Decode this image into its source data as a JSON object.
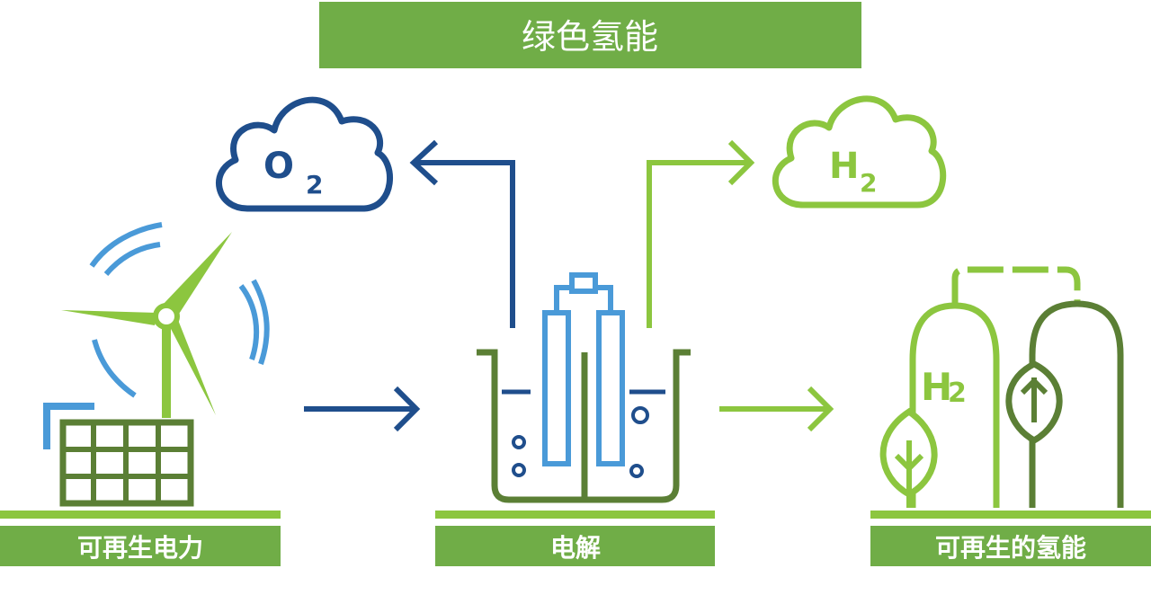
{
  "title": "绿色氢能",
  "oxygen": {
    "letter": "O",
    "subscript": "2"
  },
  "hydrogen": {
    "letter": "H",
    "subscript": "2"
  },
  "tank_label": {
    "letter": "H",
    "subscript": "2"
  },
  "labels": {
    "renewable_power": "可再生电力",
    "electrolysis": "电解",
    "renewable_hydrogen": "可再生的氢能"
  },
  "colors": {
    "banner_green": "#70ad47",
    "light_green": "#8cc63f",
    "dark_green": "#5b7f35",
    "dark_blue": "#1f4e8c",
    "light_blue": "#4a9ad8"
  }
}
